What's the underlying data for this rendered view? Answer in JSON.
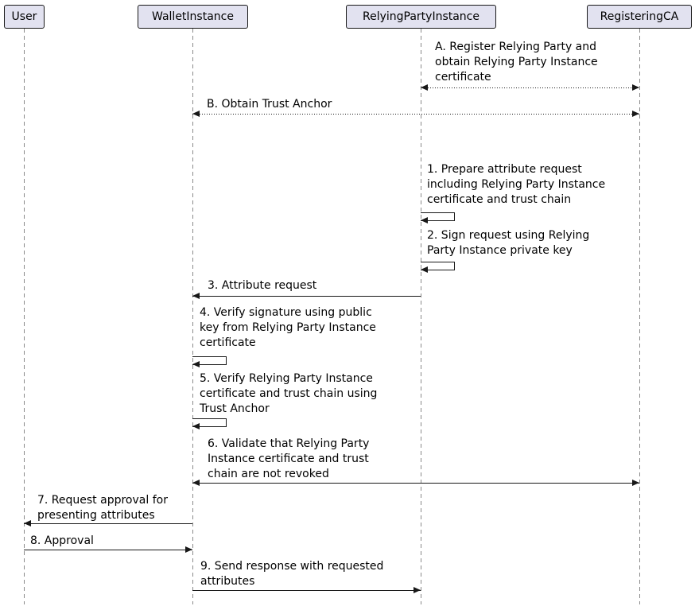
{
  "colors": {
    "background": "#ffffff",
    "participant_fill": "#e2e2f0",
    "participant_border": "#181818",
    "lifeline": "#8a8a8a",
    "arrow": "#181818",
    "text": "#000000"
  },
  "diagram": {
    "type": "sequence-diagram",
    "participants": [
      {
        "name": "User"
      },
      {
        "name": "WalletInstance"
      },
      {
        "name": "RelyingPartyInstance"
      },
      {
        "name": "RegisteringCA"
      }
    ],
    "messages": [
      {
        "id": "A",
        "label": "A. Register Relying Party and\nobtain Relying Party Instance\ncertificate",
        "from": "RelyingPartyInstance",
        "to": "RegisteringCA",
        "line": "dotted",
        "arrowheads": "both"
      },
      {
        "id": "B",
        "label": "B. Obtain Trust Anchor",
        "from": "WalletInstance",
        "to": "RegisteringCA",
        "line": "dotted",
        "arrowheads": "both"
      },
      {
        "id": "1",
        "label": "1. Prepare attribute request\nincluding Relying Party Instance\ncertificate and trust chain",
        "from": "RelyingPartyInstance",
        "to": "RelyingPartyInstance",
        "line": "solid",
        "arrowheads": "self"
      },
      {
        "id": "2",
        "label": "2. Sign request using Relying\nParty Instance private key",
        "from": "RelyingPartyInstance",
        "to": "RelyingPartyInstance",
        "line": "solid",
        "arrowheads": "self"
      },
      {
        "id": "3",
        "label": "3. Attribute request",
        "from": "RelyingPartyInstance",
        "to": "WalletInstance",
        "line": "solid",
        "arrowheads": "to"
      },
      {
        "id": "4",
        "label": "4. Verify signature using public\nkey from Relying Party Instance\ncertificate",
        "from": "WalletInstance",
        "to": "WalletInstance",
        "line": "solid",
        "arrowheads": "self"
      },
      {
        "id": "5",
        "label": "5. Verify Relying Party Instance\ncertificate and trust chain using\nTrust Anchor",
        "from": "WalletInstance",
        "to": "WalletInstance",
        "line": "solid",
        "arrowheads": "self"
      },
      {
        "id": "6",
        "label": "6. Validate that Relying Party\nInstance certificate and trust\nchain are not revoked",
        "from": "WalletInstance",
        "to": "RegisteringCA",
        "line": "solid",
        "arrowheads": "both"
      },
      {
        "id": "7",
        "label": "7. Request approval for\npresenting attributes",
        "from": "WalletInstance",
        "to": "User",
        "line": "solid",
        "arrowheads": "to"
      },
      {
        "id": "8",
        "label": "8. Approval",
        "from": "User",
        "to": "WalletInstance",
        "line": "solid",
        "arrowheads": "to"
      },
      {
        "id": "9",
        "label": "9. Send response with requested\nattributes",
        "from": "WalletInstance",
        "to": "RelyingPartyInstance",
        "line": "solid",
        "arrowheads": "to"
      }
    ]
  }
}
